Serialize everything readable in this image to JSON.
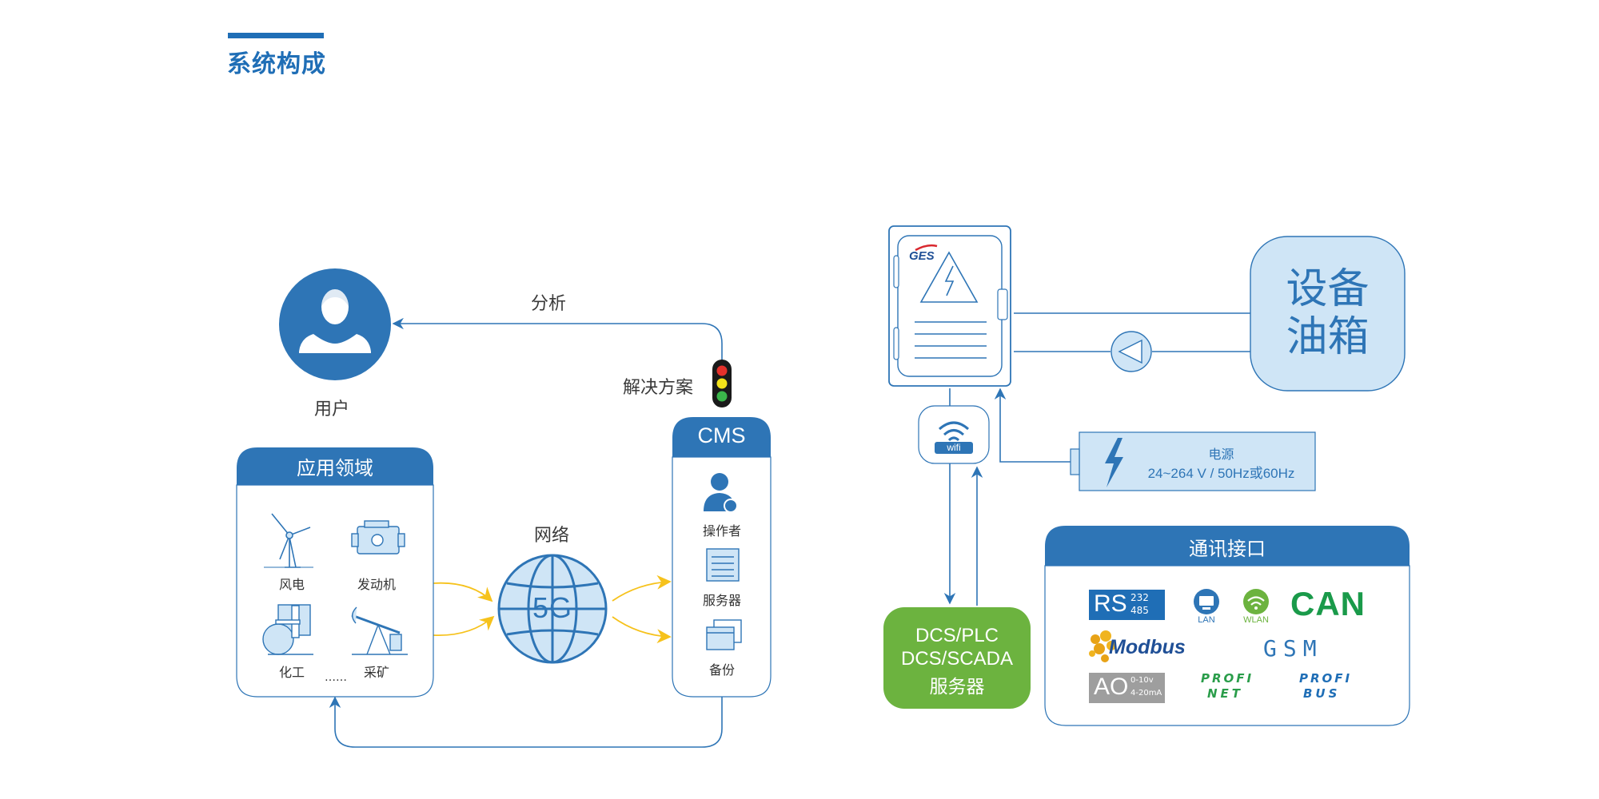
{
  "page": {
    "title": "系统构成"
  },
  "user": {
    "label": "用户"
  },
  "analysis": {
    "label": "分析"
  },
  "solution": {
    "label": "解决方案"
  },
  "application": {
    "header": "应用领域",
    "items": [
      "风电",
      "发动机",
      "化工",
      "采矿"
    ],
    "more": "……"
  },
  "network": {
    "label": "网络",
    "badge": "5G"
  },
  "cms": {
    "header": "CMS",
    "items": [
      "操作者",
      "服务器",
      "备份"
    ]
  },
  "cabinet": {
    "brand": "GES"
  },
  "wifi": {
    "label": "wifi"
  },
  "tank": {
    "line1": "设备",
    "line2": "油箱"
  },
  "power": {
    "title": "电源",
    "spec": "24~264 V / 50Hz或60Hz"
  },
  "server": {
    "line1": "DCS/PLC",
    "line2": "DCS/SCADA",
    "line3": "服务器"
  },
  "comm": {
    "header": "通讯接口",
    "rs": {
      "main": "RS",
      "top": "232",
      "bottom": "485"
    },
    "lan": "LAN",
    "wlan": "WLAN",
    "can": "CAN",
    "modbus": "Modbus",
    "gsm": "GSM",
    "ao": {
      "main": "AO",
      "top": "0-10v",
      "bottom": "4-20mA"
    },
    "profinet": {
      "top": "PROFI",
      "bottom": "NET"
    },
    "profibus": {
      "top": "PROFI",
      "bottom": "BUS"
    }
  },
  "colors": {
    "primary": "#2e75b6",
    "title": "#1f6eb6",
    "light_fill": "#cfe5f6",
    "server_green": "#6cb33f",
    "yellow_arrow": "#f6c21c",
    "can_green": "#1a9a4a",
    "profi_green": "#2a9d4a"
  }
}
